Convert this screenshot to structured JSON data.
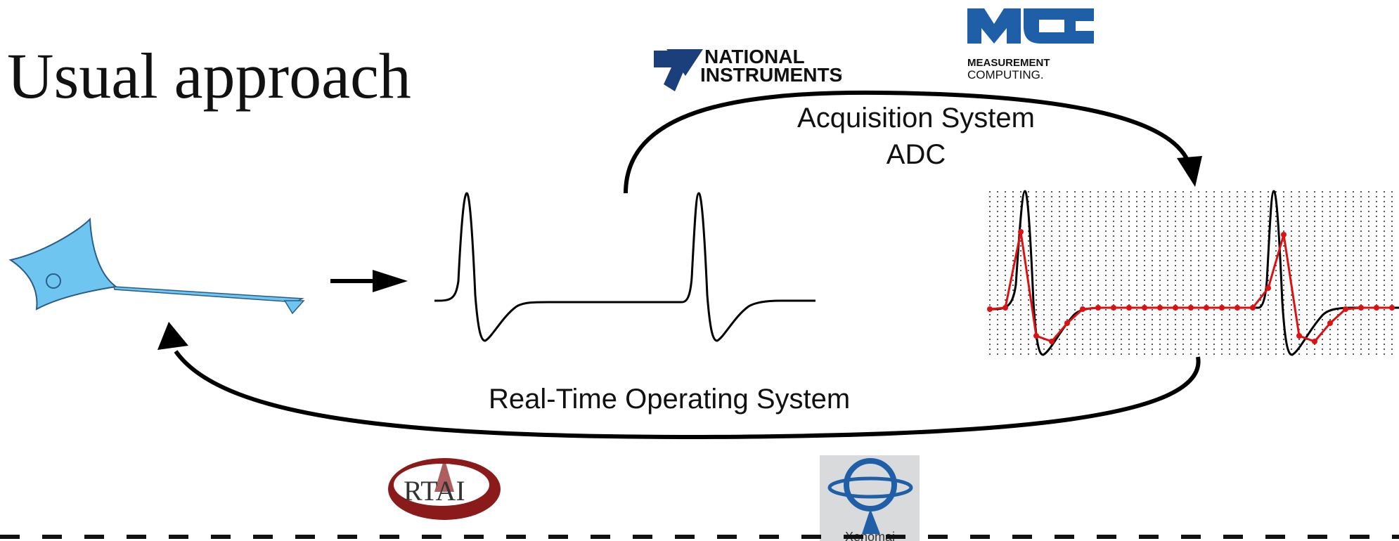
{
  "title": "Usual approach",
  "labels": {
    "acquisition_system": "Acquisition System",
    "adc": "ADC",
    "rtos": "Real-Time Operating System"
  },
  "logos": {
    "national_instruments": {
      "line1": "NATIONAL",
      "line2": "INSTRUMENTS",
      "tm": "™"
    },
    "measurement_computing": {
      "line1": "MEASUREMENT",
      "line2": "COMPUTING."
    },
    "rtai": {
      "text": "RTAI"
    },
    "xenomai": {
      "text": "Xenomai"
    }
  },
  "colors": {
    "neuron_fill": "#6ec6f0",
    "neuron_stroke": "#2a5c8a",
    "ni_blue": "#1a3f7a",
    "mc_blue": "#1f5fa8",
    "rtai_red": "#8b1a1a",
    "sampled_trace": "#dd1111",
    "arrow": "#000000"
  },
  "icons": [
    "neuron-icon",
    "national-instruments-logo",
    "measurement-computing-logo",
    "rtai-logo",
    "xenomai-logo"
  ]
}
